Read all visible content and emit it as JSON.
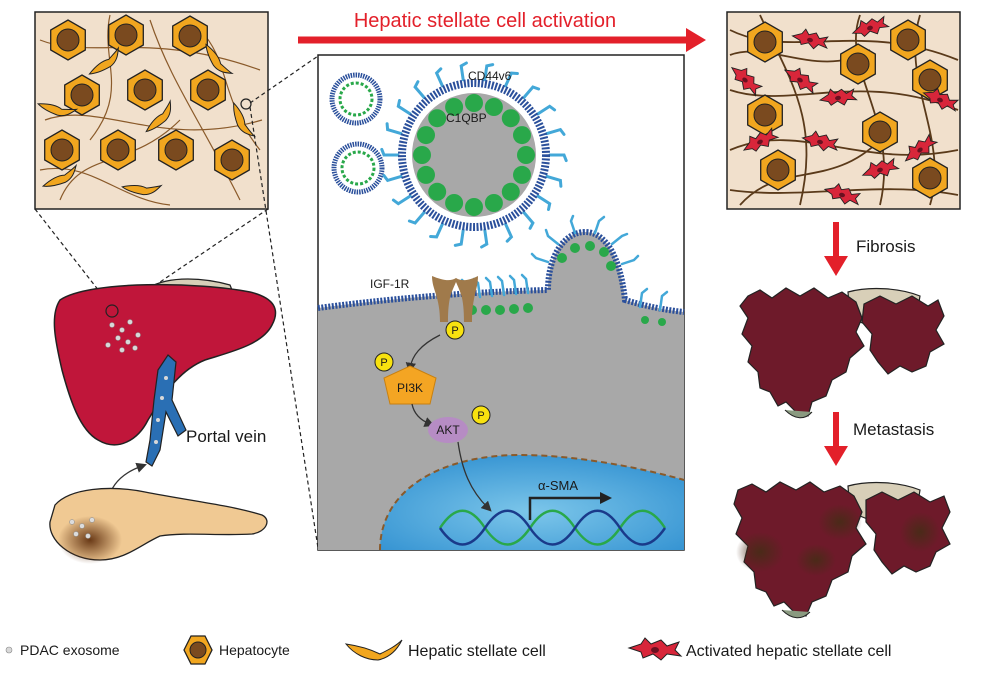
{
  "header": {
    "title": "Hepatic stellate cell activation"
  },
  "labels": {
    "cd44v6": "CD44v6",
    "c1qbp": "C1QBP",
    "igf1r": "IGF-1R",
    "p": "P",
    "pi3k": "PI3K",
    "akt": "AKT",
    "asma": "α-SMA",
    "portal_vein": "Portal vein",
    "fibrosis": "Fibrosis",
    "metastasis": "Metastasis"
  },
  "legend": {
    "items": [
      {
        "label": "PDAC exosome",
        "icon": "dot-icon"
      },
      {
        "label": "Hepatocyte",
        "icon": "hexagon-icon"
      },
      {
        "label": "Hepatic stellate cell",
        "icon": "spindle-cell-icon"
      },
      {
        "label": "Activated hepatic stellate cell",
        "icon": "activated-cell-icon"
      }
    ]
  },
  "colors": {
    "arrow": "#e3202a",
    "liver_red": "#c0163a",
    "liver_dark": "#6e1a2a",
    "hepatocyte": "#f1a61f",
    "nucleus": "#7a4a1f",
    "tissue_bg": "#f1e0cc",
    "cell_gray": "#a8a8a8",
    "membrane_blue": "#2a4f9b",
    "receptor_cyan": "#43a8d8",
    "cargo_green": "#29a84a",
    "igf1r": "#a07a4b",
    "pi3k": "#f4a523",
    "akt": "#b68cc4",
    "phospho": "#f8e20f",
    "nucleus_blue": "#3a9ed8",
    "vein_blue": "#2a6fb4",
    "pancreas": "#f0c993",
    "activated_hsc": "#d8263a"
  }
}
